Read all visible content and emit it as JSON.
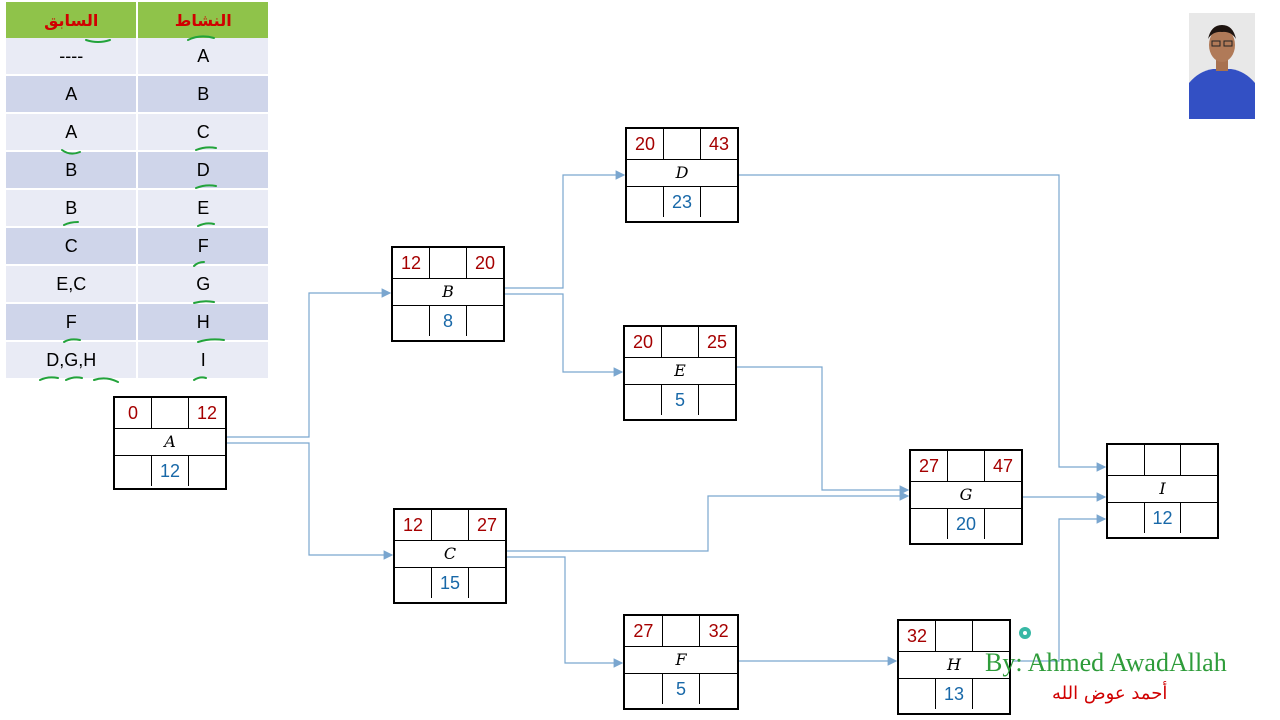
{
  "table": {
    "headers": {
      "predecessor": "السابق",
      "activity": "النشاط"
    },
    "rows": [
      {
        "predecessor": "----",
        "activity": "A"
      },
      {
        "predecessor": "A",
        "activity": "B"
      },
      {
        "predecessor": "A",
        "activity": "C"
      },
      {
        "predecessor": "B",
        "activity": "D"
      },
      {
        "predecessor": "B",
        "activity": "E"
      },
      {
        "predecessor": "C",
        "activity": "F"
      },
      {
        "predecessor": "E,C",
        "activity": "G"
      },
      {
        "predecessor": "F",
        "activity": "H"
      },
      {
        "predecessor": "D,G,H",
        "activity": "I"
      }
    ]
  },
  "nodes": {
    "A": {
      "label": "A",
      "es": "0",
      "ef": "12",
      "duration": "12"
    },
    "B": {
      "label": "B",
      "es": "12",
      "ef": "20",
      "duration": "8"
    },
    "C": {
      "label": "C",
      "es": "12",
      "ef": "27",
      "duration": "15"
    },
    "D": {
      "label": "D",
      "es": "20",
      "ef": "43",
      "duration": "23"
    },
    "E": {
      "label": "E",
      "es": "20",
      "ef": "25",
      "duration": "5"
    },
    "F": {
      "label": "F",
      "es": "27",
      "ef": "32",
      "duration": "5"
    },
    "G": {
      "label": "G",
      "es": "27",
      "ef": "47",
      "duration": "20"
    },
    "H": {
      "label": "H",
      "es": "32",
      "ef": "",
      "duration": "13"
    },
    "I": {
      "label": "I",
      "es": "",
      "ef": "",
      "duration": "12"
    }
  },
  "edges": [
    [
      "A",
      "B"
    ],
    [
      "A",
      "C"
    ],
    [
      "B",
      "D"
    ],
    [
      "B",
      "E"
    ],
    [
      "C",
      "F"
    ],
    [
      "C",
      "G"
    ],
    [
      "E",
      "G"
    ],
    [
      "F",
      "H"
    ],
    [
      "D",
      "I"
    ],
    [
      "G",
      "I"
    ],
    [
      "H",
      "I"
    ]
  ],
  "colors": {
    "es_ef": "#a50000",
    "duration": "#1868a8",
    "arrow": "#7aa6cf",
    "table_header": "#8fc34a"
  },
  "author": {
    "english": "By: Ahmed AwadAllah",
    "arabic": "أحمد عوض الله"
  }
}
